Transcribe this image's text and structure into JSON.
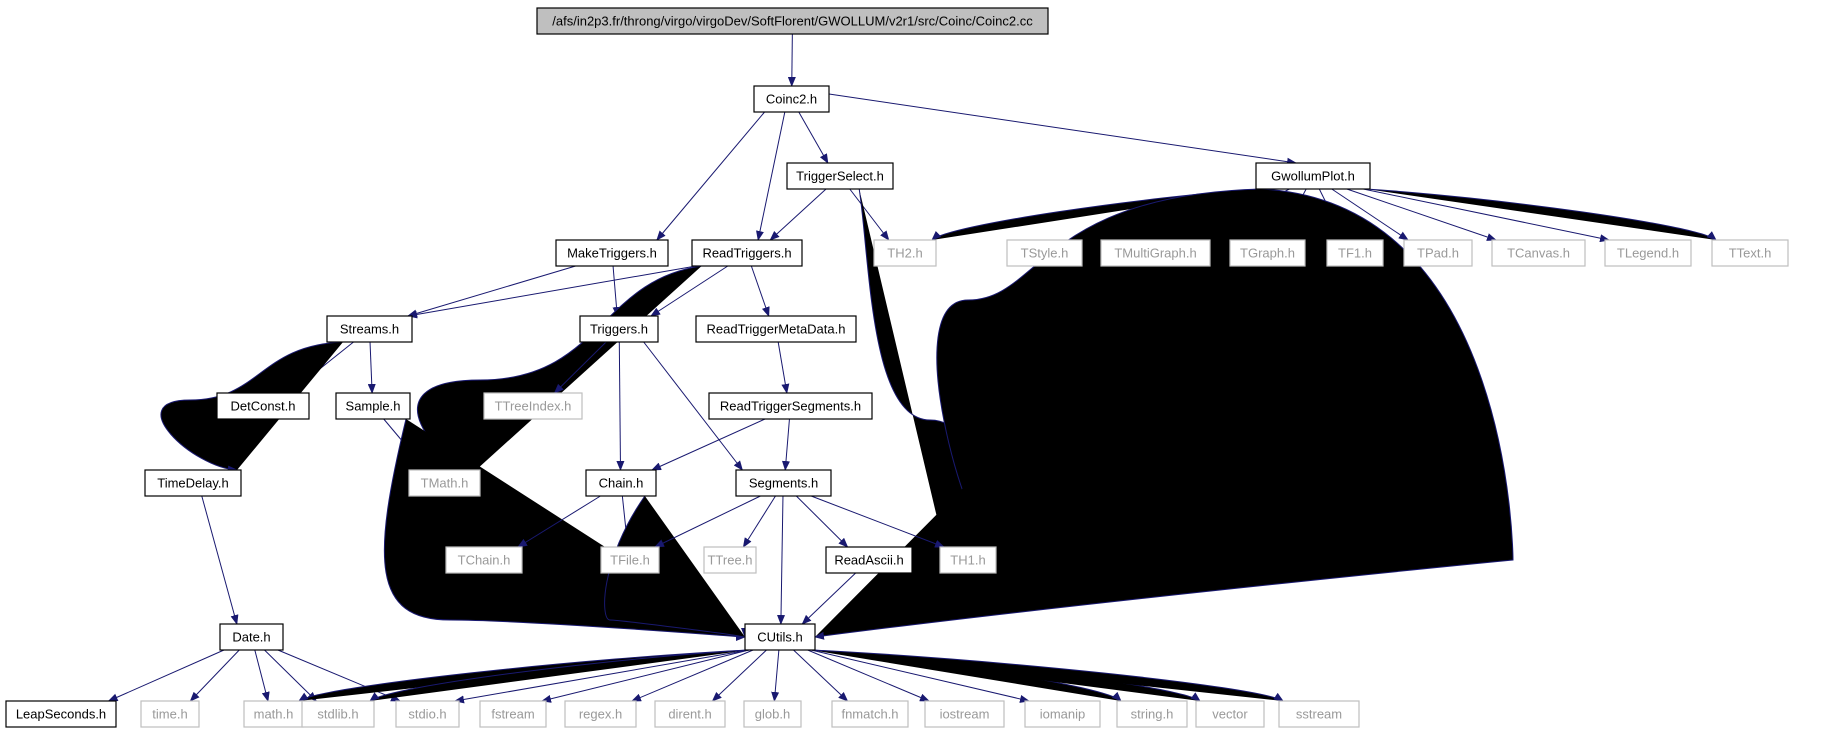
{
  "graph": {
    "edge_color": "#191970",
    "nodes": [
      {
        "id": "root",
        "label": "/afs/in2p3.fr/throng/virgo/virgoDev/SoftFlorent/GWOLLUM/v2r1/src/Coinc/Coinc2.cc",
        "kind": "root"
      },
      {
        "id": "coinc2",
        "label": "Coinc2.h",
        "kind": "local"
      },
      {
        "id": "triggerselect",
        "label": "TriggerSelect.h",
        "kind": "local"
      },
      {
        "id": "gwollumplot",
        "label": "GwollumPlot.h",
        "kind": "local"
      },
      {
        "id": "maketriggers",
        "label": "MakeTriggers.h",
        "kind": "local"
      },
      {
        "id": "readtriggers",
        "label": "ReadTriggers.h",
        "kind": "local"
      },
      {
        "id": "th2",
        "label": "TH2.h",
        "kind": "external"
      },
      {
        "id": "tstyle",
        "label": "TStyle.h",
        "kind": "external"
      },
      {
        "id": "tmultigraph",
        "label": "TMultiGraph.h",
        "kind": "external"
      },
      {
        "id": "tgraph",
        "label": "TGraph.h",
        "kind": "external"
      },
      {
        "id": "tf1",
        "label": "TF1.h",
        "kind": "external"
      },
      {
        "id": "tpad",
        "label": "TPad.h",
        "kind": "external"
      },
      {
        "id": "tcanvas",
        "label": "TCanvas.h",
        "kind": "external"
      },
      {
        "id": "tlegend",
        "label": "TLegend.h",
        "kind": "external"
      },
      {
        "id": "ttext",
        "label": "TText.h",
        "kind": "external"
      },
      {
        "id": "streams",
        "label": "Streams.h",
        "kind": "local"
      },
      {
        "id": "triggers",
        "label": "Triggers.h",
        "kind": "local"
      },
      {
        "id": "readtriggermetadata",
        "label": "ReadTriggerMetaData.h",
        "kind": "local"
      },
      {
        "id": "detconst",
        "label": "DetConst.h",
        "kind": "local"
      },
      {
        "id": "sample",
        "label": "Sample.h",
        "kind": "local"
      },
      {
        "id": "ttreeindex",
        "label": "TTreeIndex.h",
        "kind": "external"
      },
      {
        "id": "readtriggersegments",
        "label": "ReadTriggerSegments.h",
        "kind": "local"
      },
      {
        "id": "timedelay",
        "label": "TimeDelay.h",
        "kind": "local"
      },
      {
        "id": "tmath",
        "label": "TMath.h",
        "kind": "external"
      },
      {
        "id": "chain",
        "label": "Chain.h",
        "kind": "local"
      },
      {
        "id": "segments",
        "label": "Segments.h",
        "kind": "local"
      },
      {
        "id": "tchain",
        "label": "TChain.h",
        "kind": "external"
      },
      {
        "id": "tfile",
        "label": "TFile.h",
        "kind": "external"
      },
      {
        "id": "ttree",
        "label": "TTree.h",
        "kind": "external"
      },
      {
        "id": "readascii",
        "label": "ReadAscii.h",
        "kind": "local"
      },
      {
        "id": "th1",
        "label": "TH1.h",
        "kind": "external"
      },
      {
        "id": "date",
        "label": "Date.h",
        "kind": "local"
      },
      {
        "id": "cutils",
        "label": "CUtils.h",
        "kind": "local"
      },
      {
        "id": "leapseconds",
        "label": "LeapSeconds.h",
        "kind": "local"
      },
      {
        "id": "time",
        "label": "time.h",
        "kind": "external"
      },
      {
        "id": "math",
        "label": "math.h",
        "kind": "external"
      },
      {
        "id": "stdlib",
        "label": "stdlib.h",
        "kind": "external"
      },
      {
        "id": "stdio",
        "label": "stdio.h",
        "kind": "external"
      },
      {
        "id": "fstream",
        "label": "fstream",
        "kind": "external"
      },
      {
        "id": "regex",
        "label": "regex.h",
        "kind": "external"
      },
      {
        "id": "dirent",
        "label": "dirent.h",
        "kind": "external"
      },
      {
        "id": "glob",
        "label": "glob.h",
        "kind": "external"
      },
      {
        "id": "fnmatch",
        "label": "fnmatch.h",
        "kind": "external"
      },
      {
        "id": "iostream",
        "label": "iostream",
        "kind": "external"
      },
      {
        "id": "iomanip",
        "label": "iomanip",
        "kind": "external"
      },
      {
        "id": "string",
        "label": "string.h",
        "kind": "external"
      },
      {
        "id": "vector",
        "label": "vector",
        "kind": "external"
      },
      {
        "id": "sstream",
        "label": "sstream",
        "kind": "external"
      }
    ],
    "edges": [
      [
        "root",
        "coinc2"
      ],
      [
        "coinc2",
        "maketriggers"
      ],
      [
        "coinc2",
        "readtriggers"
      ],
      [
        "coinc2",
        "triggerselect"
      ],
      [
        "coinc2",
        "gwollumplot"
      ],
      [
        "triggerselect",
        "readtriggers"
      ],
      [
        "triggerselect",
        "th2"
      ],
      [
        "triggerselect",
        "th1"
      ],
      [
        "gwollumplot",
        "th2"
      ],
      [
        "gwollumplot",
        "tstyle"
      ],
      [
        "gwollumplot",
        "tmultigraph"
      ],
      [
        "gwollumplot",
        "tgraph"
      ],
      [
        "gwollumplot",
        "tf1"
      ],
      [
        "gwollumplot",
        "tpad"
      ],
      [
        "gwollumplot",
        "tcanvas"
      ],
      [
        "gwollumplot",
        "tlegend"
      ],
      [
        "gwollumplot",
        "ttext"
      ],
      [
        "gwollumplot",
        "th1"
      ],
      [
        "gwollumplot",
        "cutils"
      ],
      [
        "maketriggers",
        "streams"
      ],
      [
        "maketriggers",
        "triggers"
      ],
      [
        "readtriggers",
        "streams"
      ],
      [
        "readtriggers",
        "triggers"
      ],
      [
        "readtriggers",
        "readtriggermetadata"
      ],
      [
        "readtriggers",
        "tmath"
      ],
      [
        "streams",
        "detconst"
      ],
      [
        "streams",
        "sample"
      ],
      [
        "streams",
        "timedelay"
      ],
      [
        "triggers",
        "ttreeindex"
      ],
      [
        "triggers",
        "chain"
      ],
      [
        "triggers",
        "segments"
      ],
      [
        "readtriggermetadata",
        "readtriggersegments"
      ],
      [
        "readtriggersegments",
        "chain"
      ],
      [
        "readtriggersegments",
        "segments"
      ],
      [
        "sample",
        "tmath"
      ],
      [
        "sample",
        "cutils"
      ],
      [
        "timedelay",
        "date"
      ],
      [
        "chain",
        "tchain"
      ],
      [
        "chain",
        "tfile"
      ],
      [
        "chain",
        "cutils"
      ],
      [
        "segments",
        "tfile"
      ],
      [
        "segments",
        "ttree"
      ],
      [
        "segments",
        "readascii"
      ],
      [
        "segments",
        "th1"
      ],
      [
        "segments",
        "cutils"
      ],
      [
        "readascii",
        "cutils"
      ],
      [
        "date",
        "leapseconds"
      ],
      [
        "date",
        "time"
      ],
      [
        "date",
        "math"
      ],
      [
        "date",
        "stdlib"
      ],
      [
        "date",
        "stdio"
      ],
      [
        "cutils",
        "math"
      ],
      [
        "cutils",
        "stdlib"
      ],
      [
        "cutils",
        "stdio"
      ],
      [
        "cutils",
        "fstream"
      ],
      [
        "cutils",
        "regex"
      ],
      [
        "cutils",
        "dirent"
      ],
      [
        "cutils",
        "glob"
      ],
      [
        "cutils",
        "fnmatch"
      ],
      [
        "cutils",
        "iostream"
      ],
      [
        "cutils",
        "iomanip"
      ],
      [
        "cutils",
        "string"
      ],
      [
        "cutils",
        "vector"
      ],
      [
        "cutils",
        "sstream"
      ]
    ]
  }
}
